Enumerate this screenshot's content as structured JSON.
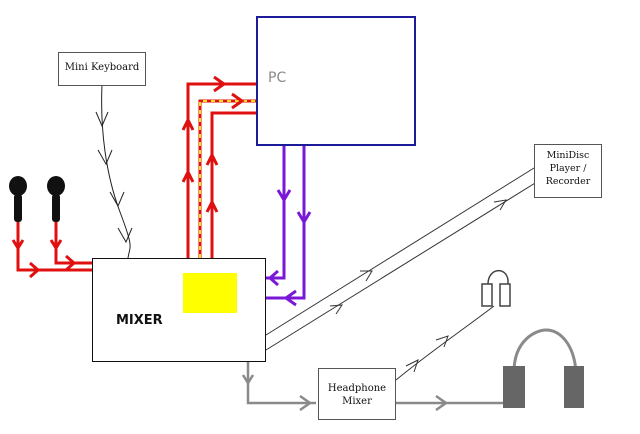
{
  "diagram": {
    "nodes": {
      "mini_keyboard": {
        "label": "Mini Keyboard"
      },
      "pc": {
        "label": "PC"
      },
      "minidisc": {
        "label": "MiniDisc\nPlayer /\nRecorder"
      },
      "mixer": {
        "label": "MIXER"
      },
      "headphone_mixer": {
        "label": "Headphone\nMixer"
      }
    },
    "colors": {
      "mic_line": "#e01010",
      "midi_dash": "#f0e020",
      "pc_link": "#7a18d8",
      "pc_border": "#1c1c9a",
      "line_gray": "#8a8a8a",
      "pad_yellow": "#ffff00",
      "wire_black": "#222222"
    },
    "icons": [
      "microphone-icon",
      "microphone-icon",
      "earbuds-icon",
      "headphones-icon"
    ]
  }
}
